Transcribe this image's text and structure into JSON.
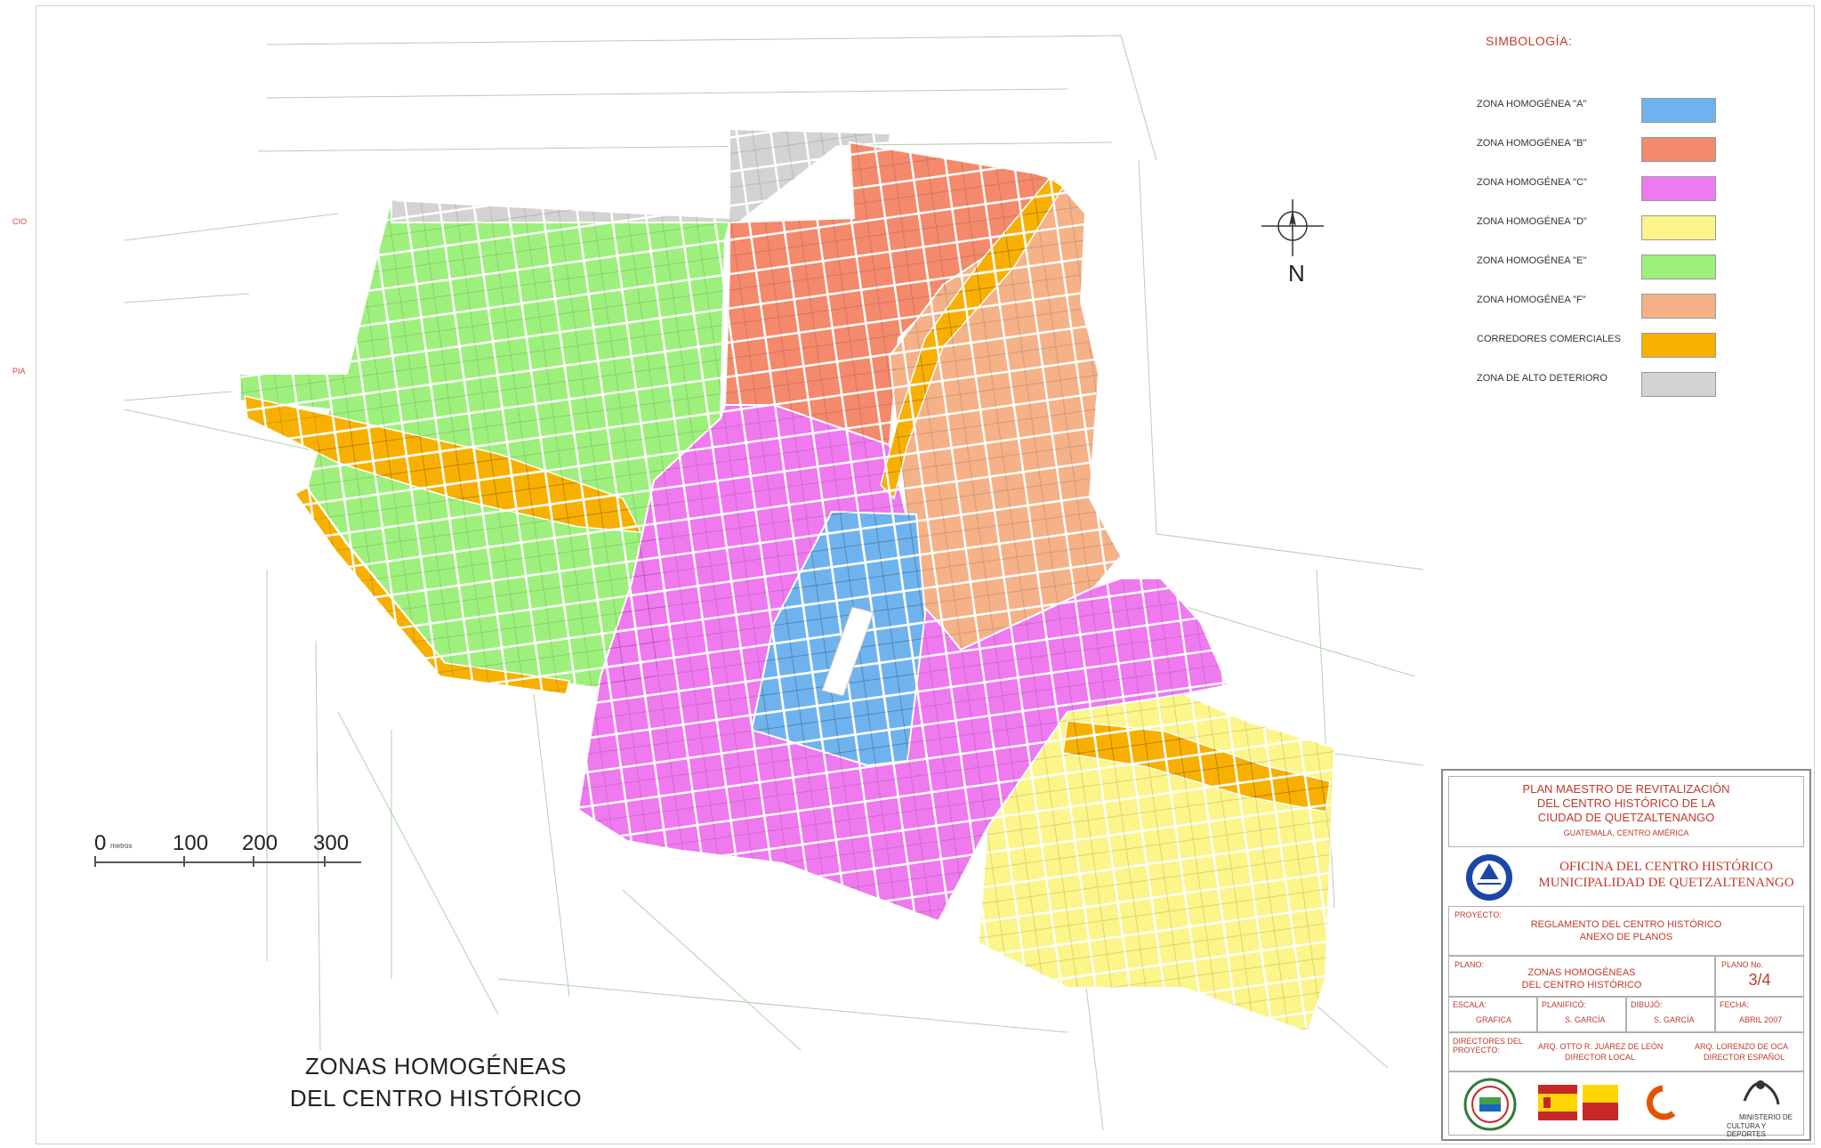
{
  "map": {
    "title_line1": "ZONAS HOMOGÉNEAS",
    "title_line2": "DEL CENTRO HISTÓRICO",
    "north_label": "N",
    "scale": {
      "zero": "0",
      "unit": "metros",
      "ticks": [
        "100",
        "200",
        "300"
      ]
    },
    "margin_marks": [
      "CIO",
      "PIA"
    ]
  },
  "legend": {
    "title": "SIMBOLOGÍA:",
    "items": [
      {
        "label": "ZONA HOMOGÉNEA \"A\"",
        "color": "#6fb3ee"
      },
      {
        "label": "ZONA HOMOGÉNEA \"B\"",
        "color": "#f4896b"
      },
      {
        "label": "ZONA HOMOGÉNEA \"C\"",
        "color": "#ef79ef"
      },
      {
        "label": "ZONA HOMOGÉNEA \"D\"",
        "color": "#fbf58a"
      },
      {
        "label": "ZONA HOMOGÉNEA \"E\"",
        "color": "#9ef07c"
      },
      {
        "label": "ZONA HOMOGÉNEA \"F\"",
        "color": "#f5b187"
      },
      {
        "label": "CORREDORES COMERCIALES",
        "color": "#f8b000"
      },
      {
        "label": "ZONA DE ALTO DETERIORO",
        "color": "#d3d3d3"
      }
    ]
  },
  "title_block": {
    "plan_line1": "PLAN MAESTRO DE REVITALIZACIÓN",
    "plan_line2": "DEL CENTRO HISTÓRICO DE LA",
    "plan_line3": "CIUDAD DE QUETZALTENANGO",
    "plan_line4": "GUATEMALA, CENTRO AMÉRICA",
    "office_line1": "OFICINA DEL CENTRO HISTÓRICO",
    "office_line2": "MUNICIPALIDAD DE QUETZALTENANGO",
    "project_label": "PROYECTO:",
    "project_line1": "REGLAMENTO DEL CENTRO HISTÓRICO",
    "project_line2": "ANEXO DE PLANOS",
    "plano_label": "PLANO:",
    "plano_line1": "ZONAS HOMOGÉNEAS",
    "plano_line2": "DEL CENTRO HISTÓRICO",
    "plano_no_label": "PLANO No.",
    "plano_no": "3/4",
    "escala_label": "ESCALA:",
    "escala_value": "GRAFICA",
    "planifico_label": "PLANIFICÓ:",
    "planifico_value": "S. GARCÍA",
    "dibujo_label": "DIBUJÓ:",
    "dibujo_value": "S. GARCÍA",
    "fecha_label": "FECHA:",
    "fecha_value": "ABRIL 2007",
    "directores_label": "DIRECTORES DEL PROYECTO:",
    "director1": "ARQ. OTTO R. JUÁREZ DE LEÓN",
    "director1_role": "DIRECTOR LOCAL",
    "director2": "ARQ. LORENZO DE OCA",
    "director2_role": "DIRECTOR ESPAÑOL",
    "ministry_line1": "MINISTERIO DE",
    "ministry_line2": "CULTURA Y DEPORTES",
    "brand_color": "#c0392b"
  }
}
